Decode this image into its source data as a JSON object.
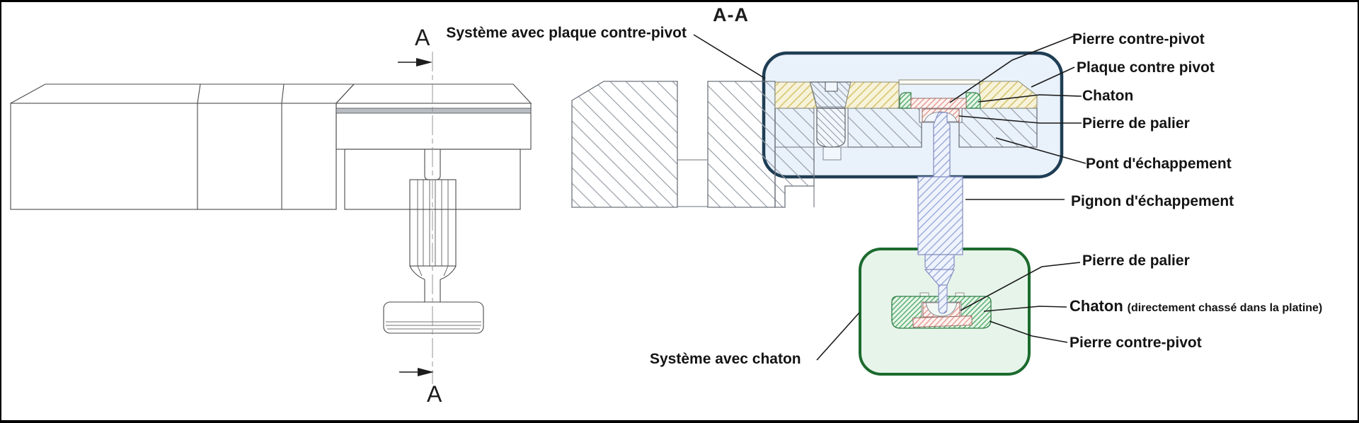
{
  "title": "A-A",
  "section_marker": {
    "top": "A",
    "bottom": "A"
  },
  "callouts_left": {
    "system_plaque": "Système avec plaque contre-pivot",
    "system_chaton": "Système avec chaton"
  },
  "callouts_right": [
    "Pierre contre-pivot",
    "Plaque contre pivot",
    "Chaton",
    "Pierre de palier",
    "Pont d'échappement",
    "Pignon d'échappement",
    "Pierre de palier",
    "Chaton",
    "Pierre contre-pivot"
  ],
  "chaton_note": "(directement chassé dans la platine)",
  "colors": {
    "background": "#ffffff",
    "frame_border": "#000000",
    "blue_panel_fill": "#e9f1fa",
    "blue_panel_stroke": "#1f3e55",
    "green_panel_fill": "#e7f4ea",
    "green_panel_stroke": "#1b6b2e",
    "gray_hatch": "#99a0aa",
    "yellow_hatch": "#d9c878",
    "green_hatch": "#55ad6b",
    "red_hatch": "#e49a90",
    "blue_hatch": "#93a2d8",
    "leader_line": "#1a1a1a"
  }
}
